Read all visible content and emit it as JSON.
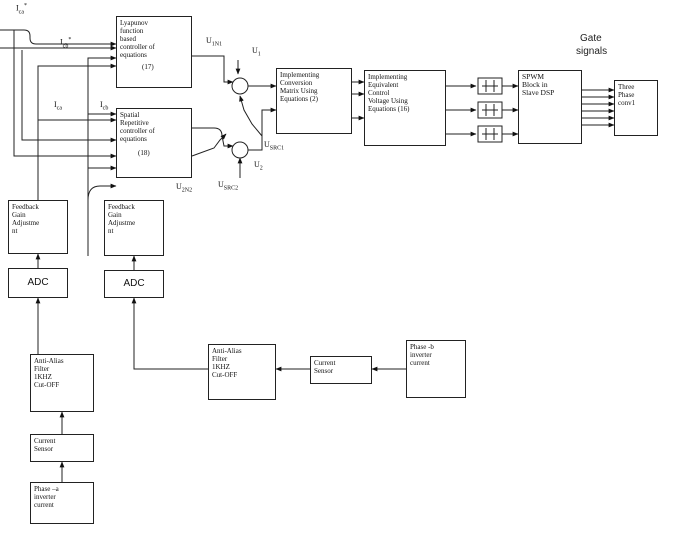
{
  "blocks": {
    "lyapunov": {
      "lines": [
        "Lyapunov",
        "function",
        "based",
        "controller of",
        "equations"
      ],
      "ref": "(17)"
    },
    "spatial": {
      "lines": [
        "Spatial",
        "Repetitive",
        "controller of",
        "equations"
      ],
      "ref": "(18)"
    },
    "conversion": {
      "lines": [
        "Implementing",
        "Conversion",
        "Matrix Using",
        "Equations (2)"
      ]
    },
    "equivalent": {
      "lines": [
        "Implementing",
        "Equivalent",
        "Control",
        "Voltage Using",
        "Equations"
      ],
      "ref": "(16)"
    },
    "spwm": {
      "lines": [
        "SPWM",
        "Block in",
        "Slave DSP"
      ]
    },
    "three_phase": {
      "lines": [
        "Three",
        "Phase",
        "conv1"
      ]
    },
    "fb_gain_a": {
      "lines": [
        "Feedback",
        "Gain",
        "Adjustme",
        "nt"
      ]
    },
    "fb_gain_b": {
      "lines": [
        "Feedback",
        "Gain",
        "Adjustme",
        "nt"
      ]
    },
    "adc_a": {
      "label": "ADC"
    },
    "adc_b": {
      "label": "ADC"
    },
    "filter_a": {
      "lines": [
        "Anti-Alias",
        "Filter",
        "1KHZ",
        "Cut-OFF"
      ]
    },
    "filter_b": {
      "lines": [
        "Anti-Alias",
        "Filter",
        "1KHZ",
        "Cut-OFF"
      ]
    },
    "sensor_a": {
      "lines": [
        "Current",
        "Sensor"
      ]
    },
    "sensor_b": {
      "lines": [
        "Current",
        "Sensor"
      ]
    },
    "phase_a": {
      "lines": [
        "Phase –a",
        "inverter",
        "current"
      ]
    },
    "phase_b": {
      "lines": [
        "Phase -b",
        "inverter",
        "current"
      ]
    }
  },
  "labels": {
    "i_ca_ref": "I",
    "i_ca_ref_sub": "ca",
    "i_ca_ref_sup": "*",
    "i_cb_ref": "I",
    "i_cb_ref_sub": "cb",
    "i_cb_ref_sup": "*",
    "i_ca": "I",
    "i_ca_sub": "ca",
    "i_cb": "I",
    "i_cb_sub": "cb",
    "u_1n1": "U",
    "u_1n1_sub": "1N1",
    "u_1": "U",
    "u_1_sub": "1",
    "u_src1": "U",
    "u_src1_sub": "SRC1",
    "u_2": "U",
    "u_2_sub": "2",
    "u_2n2": "U",
    "u_2n2_sub": "2N2",
    "u_src2": "U",
    "u_src2_sub": "SRC2",
    "gate_signals": [
      "Gate",
      "signals"
    ]
  }
}
